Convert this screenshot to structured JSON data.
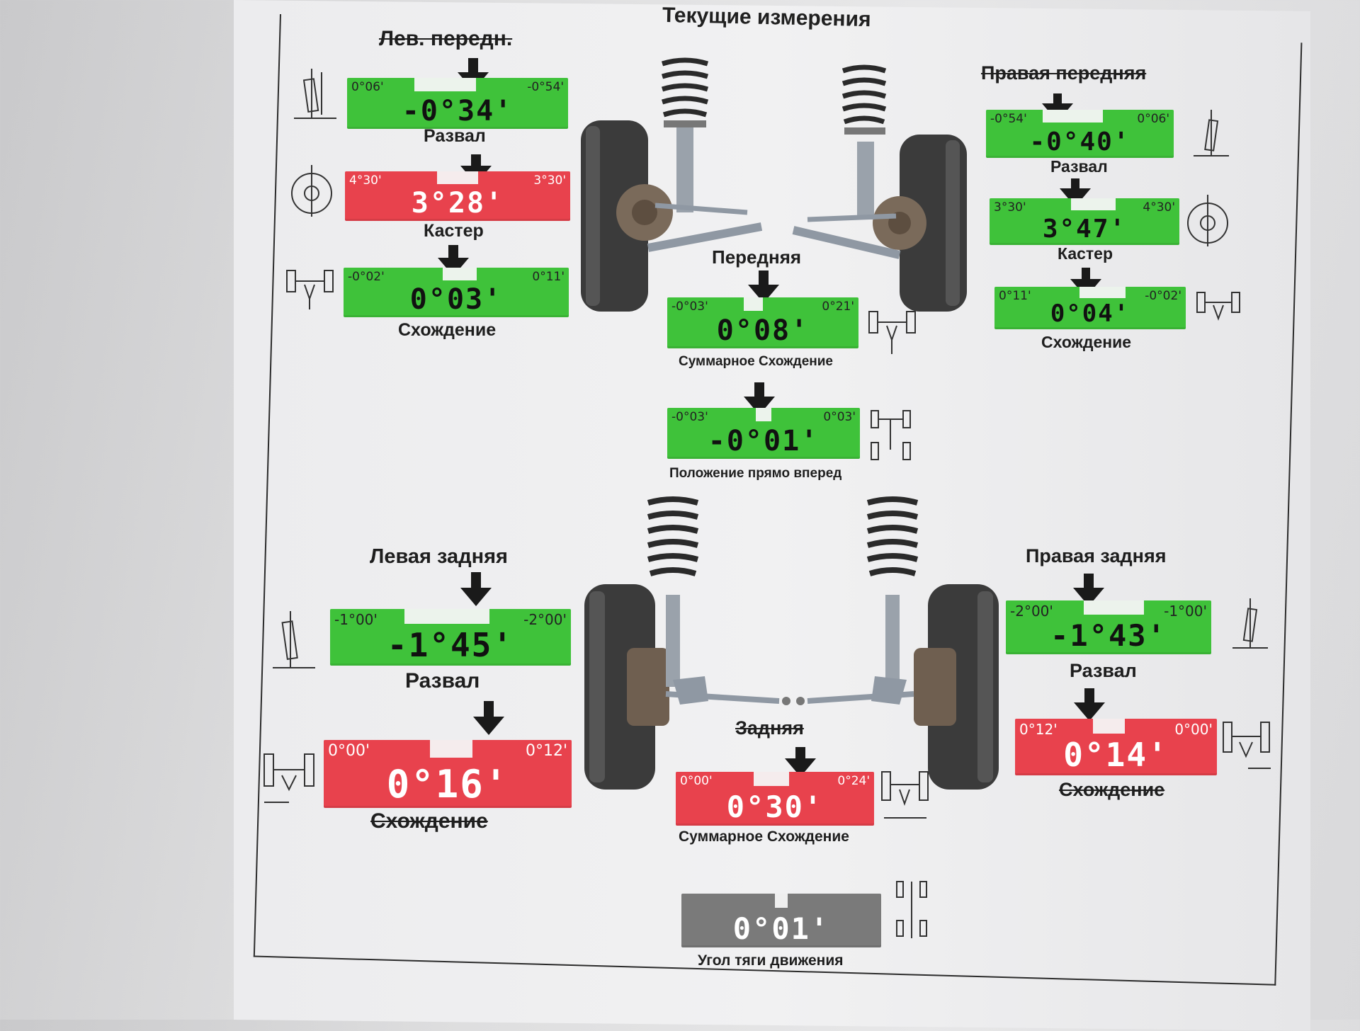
{
  "title": "Текущие измерения",
  "front_left": {
    "heading": "Лев. передн.",
    "camber": {
      "label": "Развал",
      "min": "0°06'",
      "max": "-0°54'",
      "value": "-0°34'",
      "status": "green"
    },
    "caster": {
      "label": "Кастер",
      "min": "4°30'",
      "max": "3°30'",
      "value": "3°28'",
      "status": "red"
    },
    "toe": {
      "label": "Схождение",
      "min": "-0°02'",
      "max": "0°11'",
      "value": "0°03'",
      "status": "green"
    }
  },
  "front_right": {
    "heading": "Правая передняя",
    "camber": {
      "label": "Развал",
      "min": "-0°54'",
      "max": "0°06'",
      "value": "-0°40'",
      "status": "green"
    },
    "caster": {
      "label": "Кастер",
      "min": "3°30'",
      "max": "4°30'",
      "value": "3°47'",
      "status": "green"
    },
    "toe": {
      "label": "Схождение",
      "min": "0°11'",
      "max": "-0°02'",
      "value": "0°04'",
      "status": "green"
    }
  },
  "front": {
    "heading": "Передняя",
    "total_toe": {
      "label": "Суммарное Схождение",
      "min": "-0°03'",
      "max": "0°21'",
      "value": "0°08'",
      "status": "green"
    },
    "straight_ahead": {
      "label": "Положение прямо вперед",
      "min": "-0°03'",
      "max": "0°03'",
      "value": "-0°01'",
      "status": "green"
    }
  },
  "rear_left": {
    "heading": "Левая задняя",
    "camber": {
      "label": "Развал",
      "min": "-1°00'",
      "max": "-2°00'",
      "value": "-1°45'",
      "status": "green"
    },
    "toe": {
      "label": "Схождение",
      "min": "0°00'",
      "max": "0°12'",
      "value": "0°16'",
      "status": "red"
    }
  },
  "rear_right": {
    "heading": "Правая задняя",
    "camber": {
      "label": "Развал",
      "min": "-2°00'",
      "max": "-1°00'",
      "value": "-1°43'",
      "status": "green"
    },
    "toe": {
      "label": "Схождение",
      "min": "0°12'",
      "max": "0°00'",
      "value": "0°14'",
      "status": "red"
    }
  },
  "rear": {
    "heading": "Задняя",
    "total_toe": {
      "label": "Суммарное Схождение",
      "min": "0°00'",
      "max": "0°24'",
      "value": "0°30'",
      "status": "red"
    },
    "thrust_angle": {
      "label": "Угол тяги движения",
      "value": "0°01'",
      "status": "grey"
    }
  },
  "colors": {
    "green": "#3fc23a",
    "red": "#e8424d",
    "grey": "#7a7a7a"
  }
}
